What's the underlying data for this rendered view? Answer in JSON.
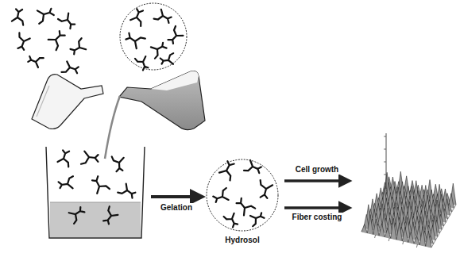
{
  "diagram": {
    "nodes": [
      {
        "text": [
          "Hydrosol"
        ]
      }
    ],
    "labels": [
      "Gelation",
      "Cell growth",
      "Fiber costing"
    ]
  }
}
